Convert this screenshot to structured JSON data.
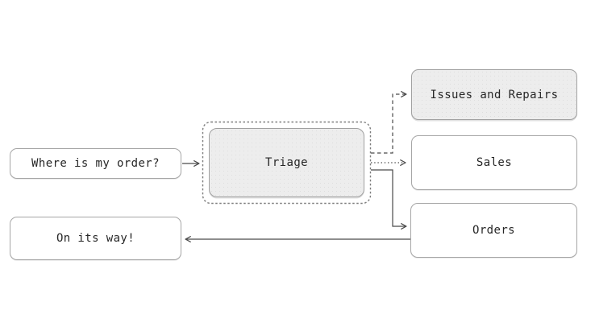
{
  "diagram": {
    "type": "flowchart",
    "nodes": {
      "where_is_my_order": {
        "label": "Where is my order?",
        "fill": "white"
      },
      "triage": {
        "label": "Triage",
        "fill": "shaded",
        "grouped": true
      },
      "issues_and_repairs": {
        "label": "Issues and Repairs",
        "fill": "shaded"
      },
      "sales": {
        "label": "Sales",
        "fill": "white"
      },
      "orders": {
        "label": "Orders",
        "fill": "white"
      },
      "on_its_way": {
        "label": "On its way!",
        "fill": "white"
      }
    },
    "edges": [
      {
        "from": "where_is_my_order",
        "to": "triage",
        "style": "solid"
      },
      {
        "from": "triage",
        "to": "issues_and_repairs",
        "style": "dashed"
      },
      {
        "from": "triage",
        "to": "sales",
        "style": "dotted"
      },
      {
        "from": "triage",
        "to": "orders",
        "style": "solid"
      },
      {
        "from": "orders",
        "to": "on_its_way",
        "style": "solid"
      }
    ],
    "colors": {
      "background": "#ffffff",
      "node_border": "#a6a6a6",
      "group_outline": "#7d7d7d",
      "shaded_fill": "#ededed",
      "arrow": "#4a4a4a",
      "text": "#262626"
    }
  }
}
